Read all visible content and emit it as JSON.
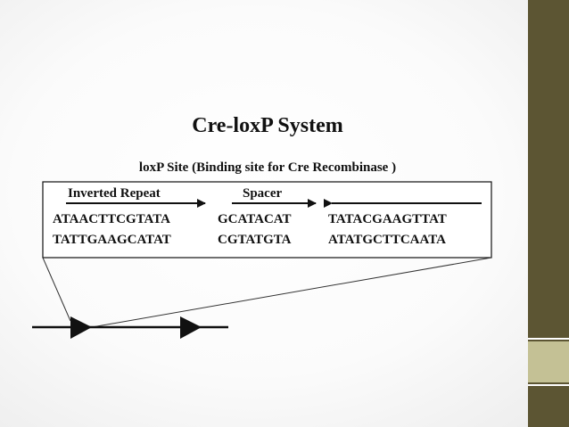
{
  "slide": {
    "title": "Cre-loxP System",
    "subtitle": "loxP Site (Binding site for Cre Recombinase )"
  },
  "loxp": {
    "segments": [
      {
        "label": "Inverted Repeat",
        "arrow_direction": "right",
        "top_strand": "ATAACTTCGTATA",
        "bottom_strand": "TATTGAAGCATAT"
      },
      {
        "label": "Spacer",
        "arrow_direction": "right",
        "top_strand": "GCATACAT",
        "bottom_strand": "CGTATGTA"
      },
      {
        "label": "",
        "arrow_direction": "left",
        "top_strand": "TATACGAAGTTAT",
        "bottom_strand": "ATATGCTTCAATA"
      }
    ]
  },
  "colors": {
    "sidebar": "#5c5533",
    "sidebar_accent": "#c4c195",
    "text": "#111111"
  }
}
